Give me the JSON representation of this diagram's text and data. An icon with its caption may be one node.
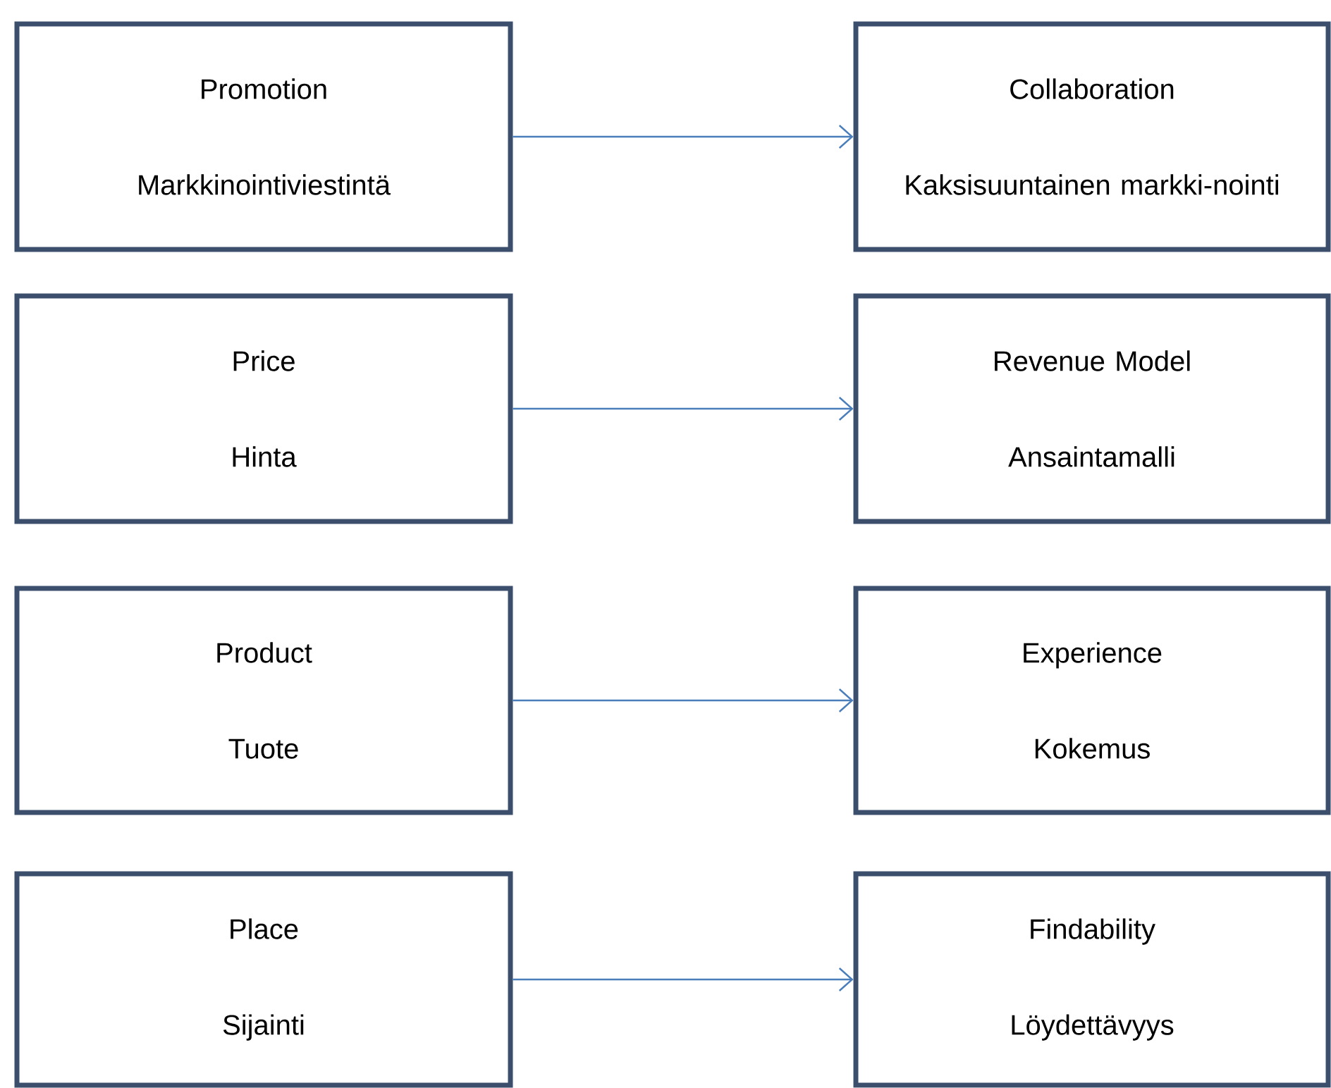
{
  "diagram": {
    "nodes": [
      {
        "text": [
          "Promotion",
          "Markkinointiviestintä"
        ]
      },
      {
        "text": [
          "Collaboration",
          "Kaksisuuntainen markki-nointi"
        ]
      },
      {
        "text": [
          "Price",
          "Hinta"
        ]
      },
      {
        "text": [
          "Revenue Model",
          "Ansaintamalli"
        ]
      },
      {
        "text": [
          "Product",
          "Tuote"
        ]
      },
      {
        "text": [
          "Experience",
          "Kokemus"
        ]
      },
      {
        "text": [
          "Place",
          "Sijainti"
        ]
      },
      {
        "text": [
          "Findability",
          "Löydettävyys"
        ]
      }
    ],
    "edges": [
      {
        "from": 0,
        "to": 1,
        "arrow": "to"
      },
      {
        "from": 2,
        "to": 3,
        "arrow": "to"
      },
      {
        "from": 4,
        "to": 5,
        "arrow": "to"
      },
      {
        "from": 6,
        "to": 7,
        "arrow": "to"
      }
    ]
  }
}
